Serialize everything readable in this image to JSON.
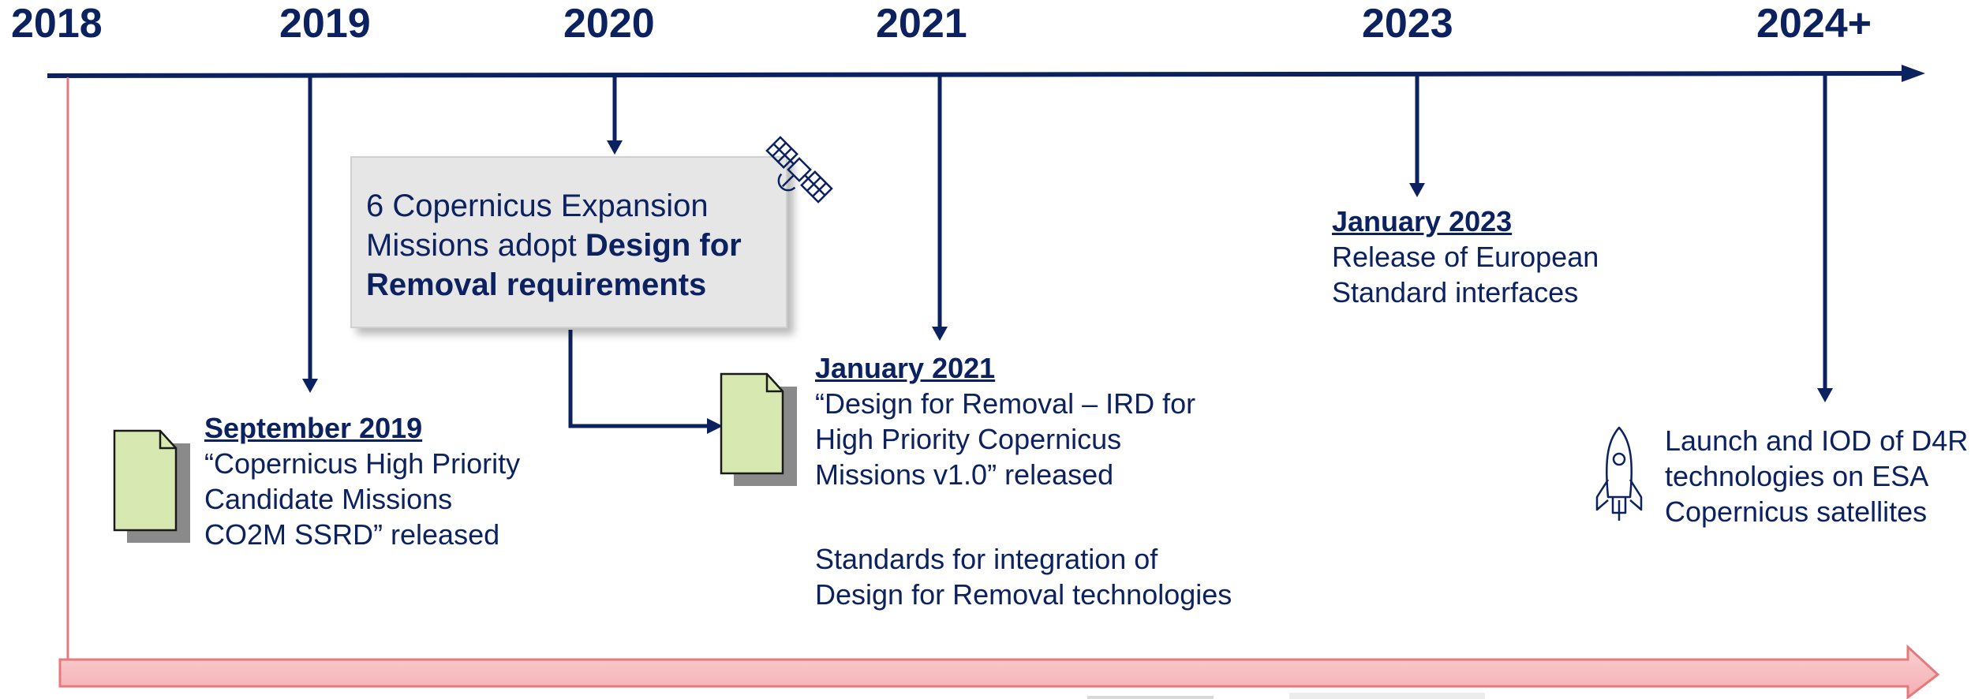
{
  "years": [
    "2018",
    "2019",
    "2020",
    "2021",
    "2023",
    "2024+"
  ],
  "colors": {
    "navy": "#0b2160",
    "doc_fill": "#d7e8b0",
    "doc_shadow": "#8a8a8a",
    "callout_bg": "#e6e6e6",
    "arrow_pink": "#f7c3c5",
    "arrow_red": "#e57a7e"
  },
  "callout": {
    "line1": "6 Copernicus Expansion",
    "line2_plain": "Missions adopt ",
    "line2_bold": "Design for",
    "line3_bold": "Removal requirements"
  },
  "events": {
    "sep2019": {
      "date": "September 2019",
      "lines": [
        "“Copernicus High Priority",
        "Candidate Missions",
        "CO2M SSRD” released"
      ]
    },
    "jan2021": {
      "date": "January 2021",
      "lines": [
        "“Design for Removal – IRD for",
        "High Priority Copernicus",
        "Missions v1.0” released"
      ]
    },
    "standards": {
      "lines": [
        "Standards for integration of",
        "Design for Removal technologies"
      ]
    },
    "jan2023": {
      "date": "January 2023",
      "lines": [
        "Release of European",
        "Standard interfaces"
      ]
    },
    "launch": {
      "lines": [
        "Launch and IOD of D4R",
        "technologies on ESA",
        "Copernicus satellites"
      ]
    }
  },
  "icons": {
    "doc1": "document-icon",
    "doc2": "document-icon",
    "satellite": "satellite-icon",
    "rocket": "rocket-icon"
  }
}
